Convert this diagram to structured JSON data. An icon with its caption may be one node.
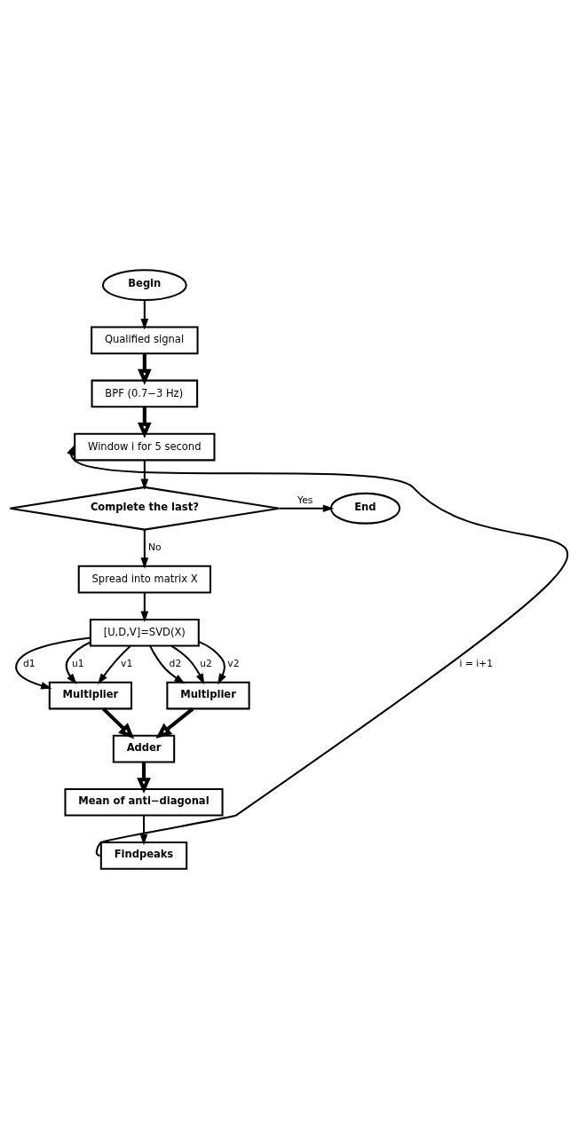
{
  "diagram": {
    "nodes": [
      {
        "text": [
          "Begin"
        ]
      },
      {
        "text": [
          "Qualified signal"
        ]
      },
      {
        "text": [
          "BPF (0.7−3 Hz)"
        ]
      },
      {
        "text": [
          "Window i for 5 second"
        ]
      },
      {
        "text": [
          "Complete the last?"
        ]
      },
      {
        "text": [
          "End"
        ]
      },
      {
        "text": [
          "Spread into matrix X"
        ]
      },
      {
        "text": [
          "[U,D,V]=SVD(X)"
        ]
      },
      {
        "text": [
          "Multiplier"
        ]
      },
      {
        "text": [
          "Multiplier"
        ]
      },
      {
        "text": [
          "Adder"
        ]
      },
      {
        "text": [
          "Mean of anti−diagonal"
        ]
      },
      {
        "text": [
          "Findpeaks"
        ]
      }
    ],
    "edges": [
      {
        "from": 0,
        "to": 1,
        "arrow": "to"
      },
      {
        "from": 1,
        "to": 2,
        "arrow": "to",
        "style": "thick"
      },
      {
        "from": 2,
        "to": 3,
        "arrow": "to",
        "style": "thick"
      },
      {
        "from": 3,
        "to": 4,
        "arrow": "to"
      },
      {
        "from": 4,
        "to": 5,
        "arrow": "to",
        "label": "Yes"
      },
      {
        "from": 4,
        "to": 6,
        "arrow": "to",
        "label": "No"
      },
      {
        "from": 6,
        "to": 7,
        "arrow": "to"
      },
      {
        "from": 7,
        "to": 8,
        "arrow": "to",
        "label": "d1"
      },
      {
        "from": 7,
        "to": 8,
        "arrow": "to",
        "label": "u1"
      },
      {
        "from": 7,
        "to": 8,
        "arrow": "to",
        "label": "v1"
      },
      {
        "from": 7,
        "to": 9,
        "arrow": "to",
        "label": "d2"
      },
      {
        "from": 7,
        "to": 9,
        "arrow": "to",
        "label": "u2"
      },
      {
        "from": 7,
        "to": 9,
        "arrow": "to",
        "label": "v2"
      },
      {
        "from": 8,
        "to": 10,
        "arrow": "to",
        "style": "thick"
      },
      {
        "from": 9,
        "to": 10,
        "arrow": "to",
        "style": "thick"
      },
      {
        "from": 10,
        "to": 11,
        "arrow": "to",
        "style": "thick"
      },
      {
        "from": 11,
        "to": 12,
        "arrow": "to"
      },
      {
        "from": 12,
        "to": 3,
        "arrow": "to",
        "label": "i = i+1"
      }
    ]
  }
}
